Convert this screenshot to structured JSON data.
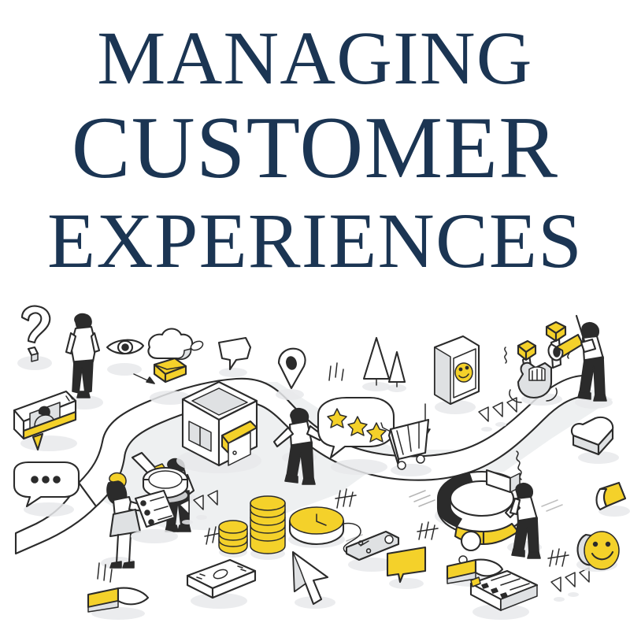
{
  "poster": {
    "background_color": "#ffffff",
    "title": {
      "line1": "MANAGING",
      "line2": "CUSTOMER",
      "line3": "EXPERIENCES",
      "color": "#1b3553"
    },
    "palette": {
      "navy": "#1b3553",
      "yellow": "#f4d12a",
      "ink": "#2b2b2b",
      "grey": "#dfe1e3",
      "shadow": "#e7e9eb",
      "white": "#ffffff"
    },
    "illustration": {
      "style": "isometric-line-art",
      "description": "Winding customer-journey path with people and touchpoint icons",
      "elements": [
        {
          "name": "question-mark-icon",
          "label": "Question mark"
        },
        {
          "name": "standing-person-top",
          "label": "Person standing on path"
        },
        {
          "name": "eye-icon",
          "label": "Eye / awareness"
        },
        {
          "name": "arrow-icon",
          "label": "Arrow"
        },
        {
          "name": "cloud-icon",
          "label": "Cloud"
        },
        {
          "name": "envelope-icon",
          "label": "Email envelope"
        },
        {
          "name": "profile-card-icon",
          "label": "Customer profile card"
        },
        {
          "name": "chat-bubble-dots-icon",
          "label": "Chat bubble with dots"
        },
        {
          "name": "woman-person",
          "label": "Woman standing"
        },
        {
          "name": "man-person-left",
          "label": "Man standing"
        },
        {
          "name": "magnifier-icon",
          "label": "Magnifying glass / search"
        },
        {
          "name": "checklist-icon",
          "label": "Checklist document"
        },
        {
          "name": "play-triangles-icon",
          "label": "Triangle markers"
        },
        {
          "name": "shop-building-icon",
          "label": "Retail shop with awning"
        },
        {
          "name": "speech-bubble-small-icon",
          "label": "Small speech bubble"
        },
        {
          "name": "map-pin-icon",
          "label": "Location pin"
        },
        {
          "name": "tree-icon",
          "label": "Trees"
        },
        {
          "name": "man-person-center",
          "label": "Man walking on path"
        },
        {
          "name": "star-rating-bubble-icon",
          "label": "Three star review bubble"
        },
        {
          "name": "shopping-cart-icon",
          "label": "Shopping cart"
        },
        {
          "name": "smartphone-smiley-icon",
          "label": "Phone with smiley face"
        },
        {
          "name": "hand-gesture-icon",
          "label": "Hand holding boxes"
        },
        {
          "name": "megaphone-person",
          "label": "Person with megaphone"
        },
        {
          "name": "heart-icon",
          "label": "Heart / loyalty"
        },
        {
          "name": "donut-chart-icon",
          "label": "Donut chart"
        },
        {
          "name": "man-person-right",
          "label": "Man on phone"
        },
        {
          "name": "coin-stacks-icon",
          "label": "Stacks of coins"
        },
        {
          "name": "clock-icon",
          "label": "Clock / time"
        },
        {
          "name": "percent-tag-icon",
          "label": "Discount percent tag"
        },
        {
          "name": "cursor-arrow-icon",
          "label": "Cursor pointer"
        },
        {
          "name": "banknote-icon",
          "label": "Banknote"
        },
        {
          "name": "ribbon-icon",
          "label": "Ribbons / banners"
        },
        {
          "name": "survey-form-icon",
          "label": "Survey form"
        },
        {
          "name": "smiley-badge-icon",
          "label": "Smiley badge coin"
        }
      ],
      "star_rating": {
        "filled": 3,
        "total": 3
      },
      "donut_chart": {
        "type": "pie",
        "title": "",
        "categories": [
          "dark",
          "white",
          "yellow"
        ],
        "values": [
          40,
          38,
          22
        ],
        "colors": [
          "#2b2b2b",
          "#ffffff",
          "#f4d12a"
        ]
      }
    }
  }
}
